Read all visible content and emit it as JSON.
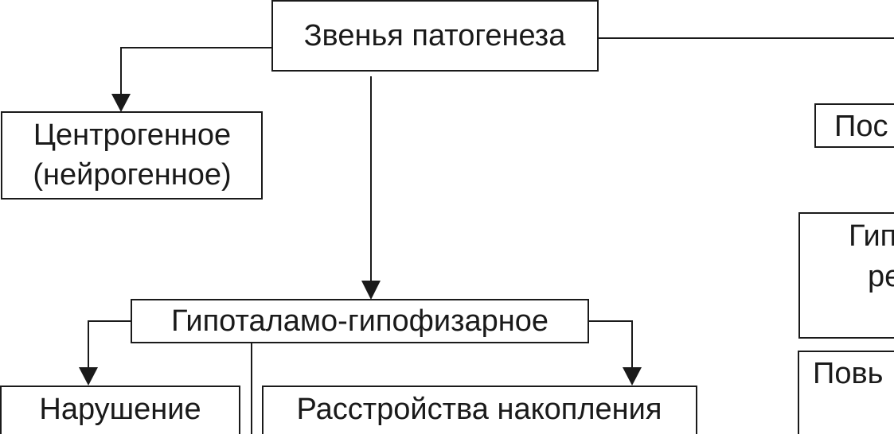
{
  "nodes": {
    "root": {
      "label": "Звенья патогенеза"
    },
    "centrogenic": {
      "lines": [
        "Центрогенное",
        "(нейрогенное)"
      ]
    },
    "hypothalamic": {
      "label": "Гипоталамо-гипофизарное"
    },
    "disorder": {
      "lines": [
        "Нарушение",
        ""
      ]
    },
    "storage": {
      "lines": [
        "Расстройства накопления",
        ""
      ]
    },
    "right_top": {
      "label": "Пос"
    },
    "right_mid": {
      "lines": [
        "Гип",
        "ре"
      ]
    },
    "right_bottom": {
      "label": "Повь"
    }
  }
}
